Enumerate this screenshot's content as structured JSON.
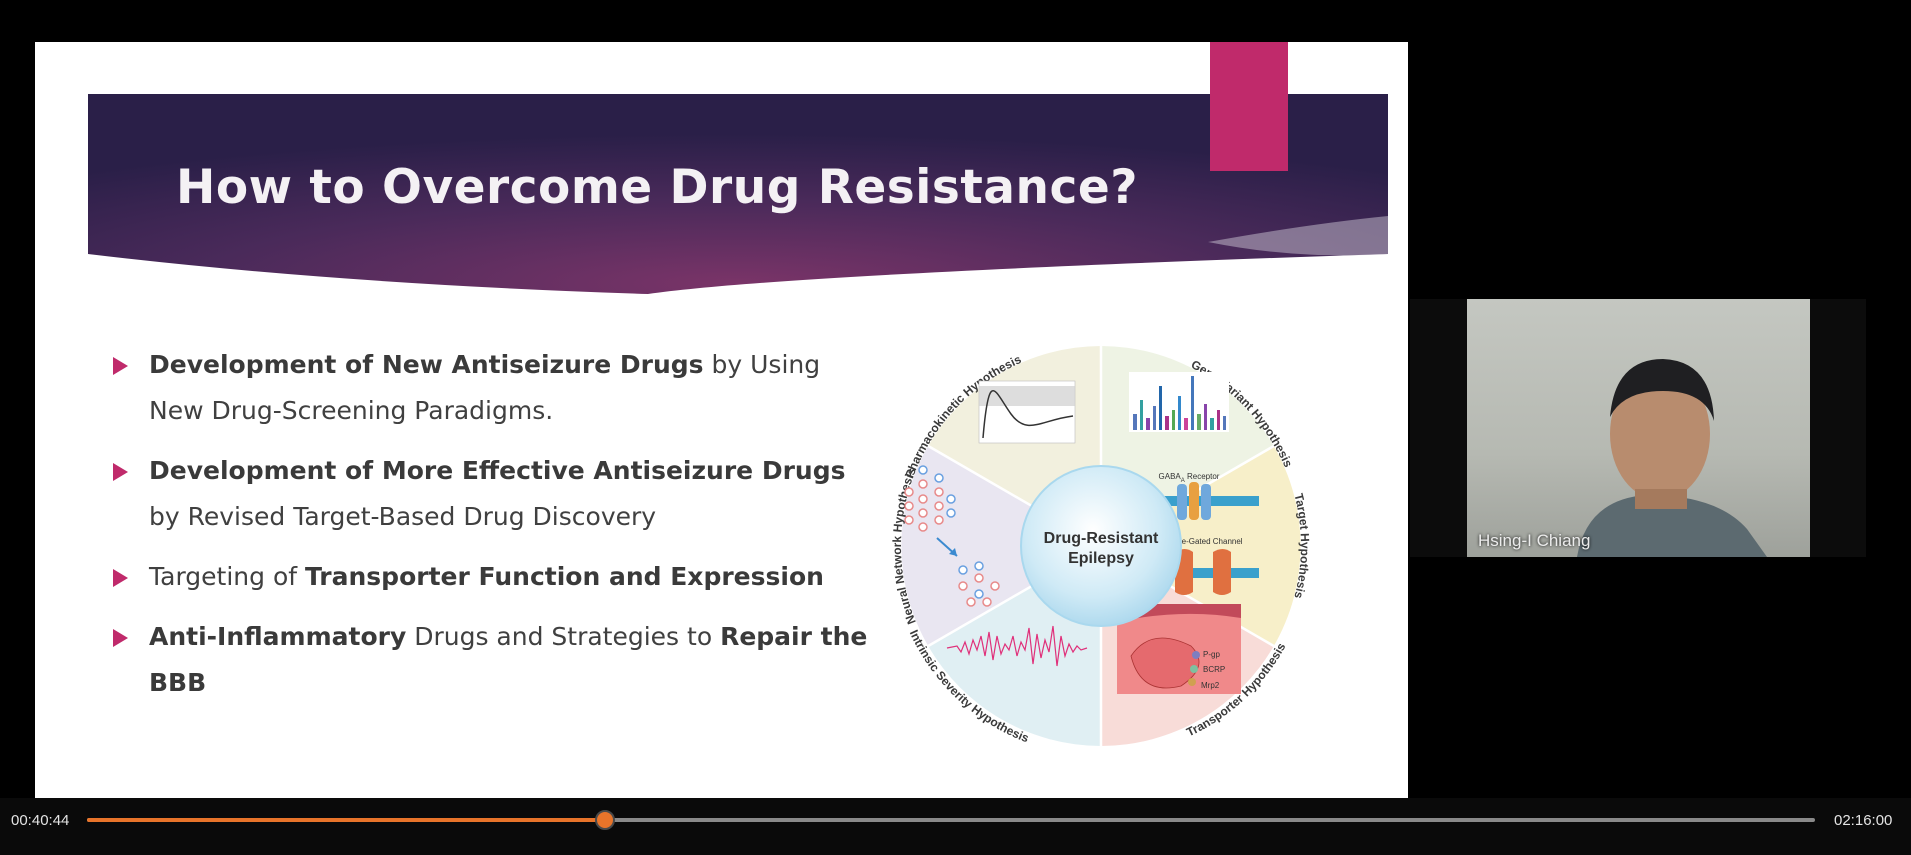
{
  "slide": {
    "title": "How to Overcome Drug Resistance?",
    "bullets": [
      {
        "bold1": "Development of New Antiseizure Drugs",
        "text1": " by Using New Drug-Screening Paradigms.",
        "bold2": "",
        "text2": ""
      },
      {
        "bold1": "Development of More Effective Antiseizure Drugs",
        "text1": " by Revised Target-Based Drug Discovery",
        "bold2": "",
        "text2": ""
      },
      {
        "bold1": "",
        "text1": "Targeting of ",
        "bold2": "Transporter Function and Expression",
        "text2": ""
      },
      {
        "bold1": "Anti-Inflammatory",
        "text1": " Drugs and Strategies to ",
        "bold2": "Repair the BBB",
        "text2": ""
      }
    ],
    "diagram": {
      "center_line1": "Drug-Resistant",
      "center_line2": "Epilepsy",
      "segments": {
        "pharmacokinetic": "Pharmacokinetic Hypothesis",
        "gene_variant": "Gene Variant Hypothesis",
        "target": "Target Hypothesis",
        "transporter": "Transporter Hypothesis",
        "intrinsic": "Intrinsic Severity Hypothesis",
        "neural": "Neural Network Hypothesis"
      },
      "labels": {
        "gaba": "GABA",
        "gaba_sub": "A",
        "gaba_suffix": " Receptor",
        "voltage": "Voltage-Gated Channel",
        "pgp": "P-gp",
        "bcrp": "BCRP",
        "mrp2": "Mrp2"
      }
    }
  },
  "webcam": {
    "name": "Hsing-I Chiang"
  },
  "player": {
    "current_time": "00:40:44",
    "total_time": "02:16:00",
    "progress": 0.2995
  },
  "colors": {
    "accent": "#c02a6b",
    "progress": "#e8742a",
    "banner_dark": "#2e1f4c",
    "banner_mid": "#6b2d60"
  },
  "icons": [
    "bullet-arrow-icon",
    "progress-thumb-icon"
  ]
}
